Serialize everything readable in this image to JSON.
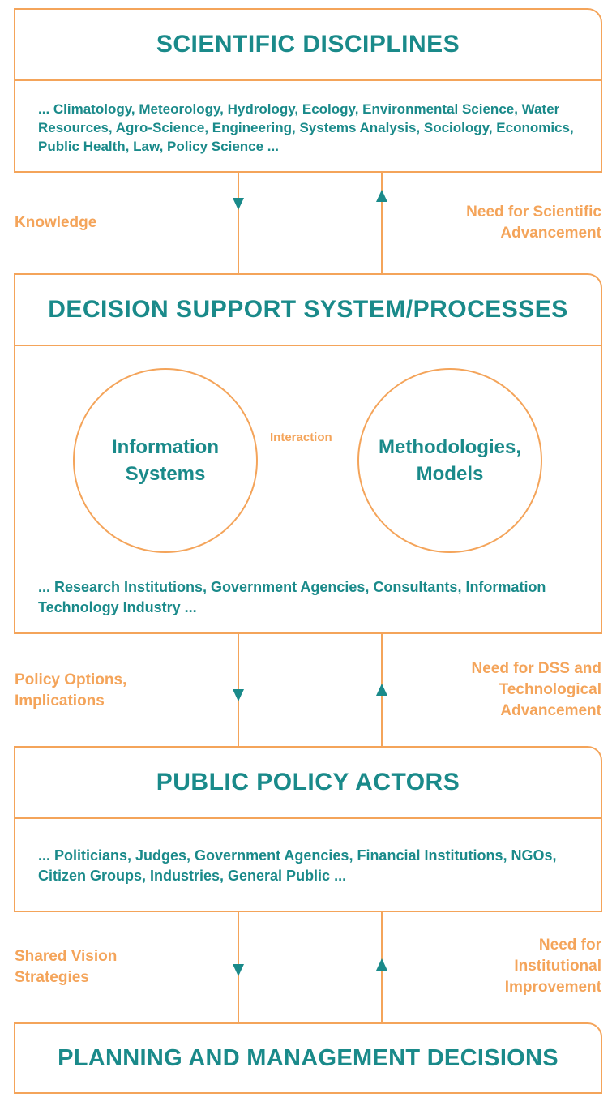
{
  "colors": {
    "border": "#f4a45a",
    "accent_text": "#1a8a8a",
    "flow_label": "#f4a45a"
  },
  "scientific": {
    "title": "SCIENTIFIC DISCIPLINES",
    "body": "... Climatology, Meteorology, Hydrology, Ecology, Environmental Science, Water Resources, Agro-Science, Engineering, Systems Analysis, Sociology, Economics, Public Health, Law, Policy Science ..."
  },
  "flow1": {
    "left_label": "Knowledge",
    "right_label": "Need for Scientific Advancement"
  },
  "dss": {
    "title": "DECISION SUPPORT SYSTEM/PROCESSES",
    "left_circle": "Information\nSystems",
    "right_circle": "Methodologies,\nModels",
    "interaction_label": "Interaction",
    "body": "... Research Institutions, Government Agencies, Consultants, Information Technology Industry ..."
  },
  "flow2": {
    "left_label": "Policy Options, Implications",
    "right_label": "Need for DSS and Technological Advancement"
  },
  "actors": {
    "title": "PUBLIC POLICY ACTORS",
    "body": "... Politicians, Judges, Government Agencies, Financial Institutions, NGOs, Citizen Groups, Industries, General Public ..."
  },
  "flow3": {
    "left_label": "Shared Vision Strategies",
    "right_label": "Need for Institutional Improvement"
  },
  "planning": {
    "title": "PLANNING AND MANAGEMENT DECISIONS"
  }
}
